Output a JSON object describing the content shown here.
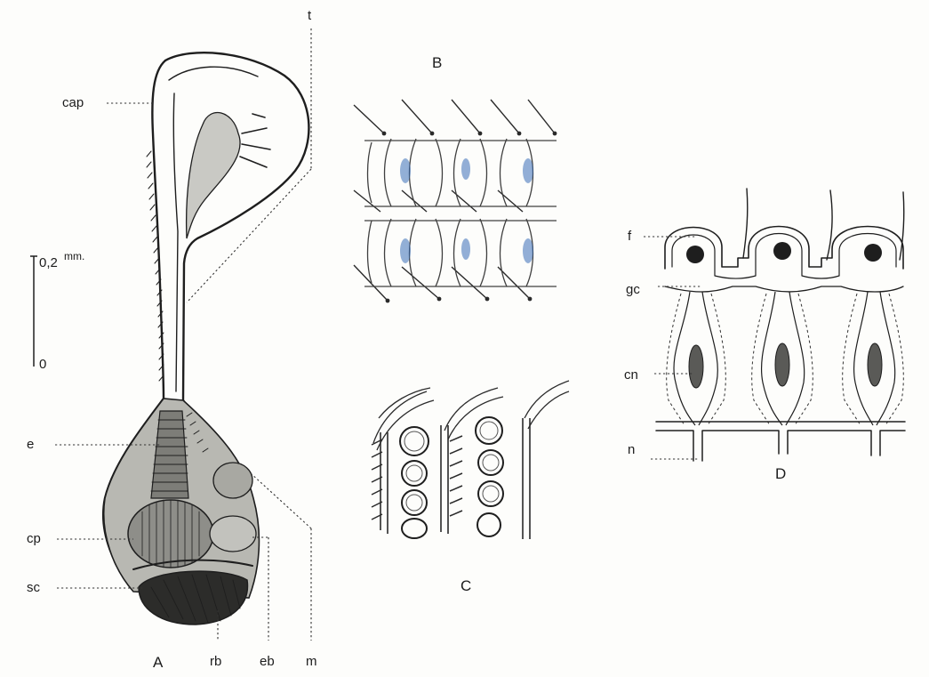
{
  "figure": {
    "panel_a": {
      "caption": "A",
      "scale_bar": {
        "top_label": "0,2",
        "top_unit": "mm.",
        "bottom_label": "0"
      },
      "labels": {
        "t": "t",
        "cap": "cap",
        "e": "e",
        "cp": "cp",
        "sc": "sc",
        "rb": "rb",
        "eb": "eb",
        "m": "m"
      }
    },
    "panel_b": {
      "caption": "B"
    },
    "panel_c": {
      "caption": "C"
    },
    "panel_d": {
      "caption": "D",
      "labels": {
        "f": "f",
        "gc": "gc",
        "cn": "cn",
        "n": "n"
      }
    },
    "colors": {
      "ink": "#1e1e1e",
      "paper": "#fdfdfb",
      "tint": "#3b6fb8"
    }
  }
}
